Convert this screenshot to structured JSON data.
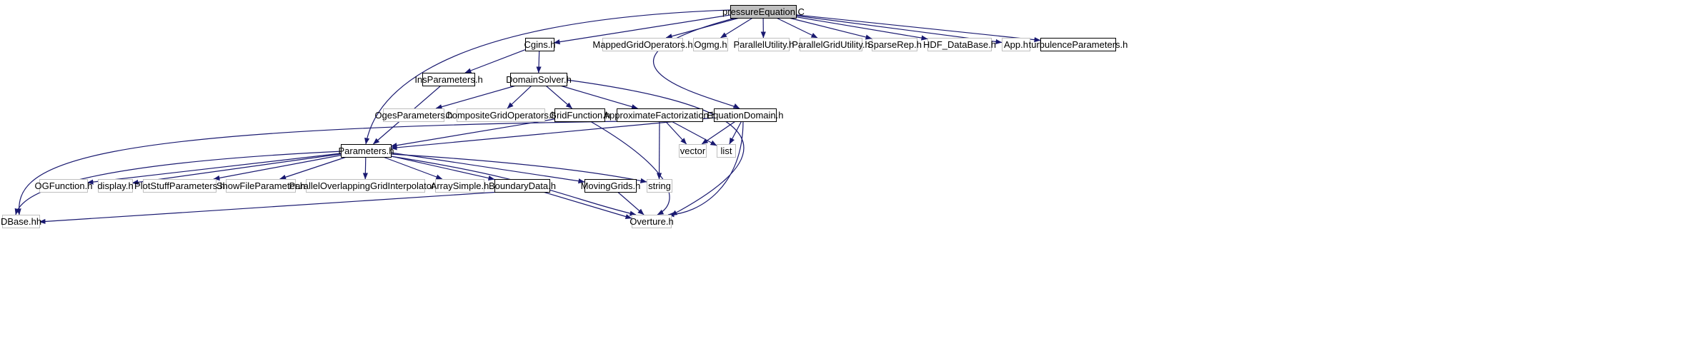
{
  "colors": {
    "edge": "#191970",
    "documented_border": "#000000",
    "undocumented_border": "#bfbfbf",
    "root_fill": "#bfbfbf",
    "node_fill": "#ffffff"
  },
  "nodes": [
    {
      "id": "pressureEquation",
      "label": "pressureEquation.C",
      "kind": "root"
    },
    {
      "id": "Cgins",
      "label": "Cgins.h",
      "kind": "documented"
    },
    {
      "id": "MappedGridOperators",
      "label": "MappedGridOperators.h",
      "kind": "undocumented"
    },
    {
      "id": "Ogmg",
      "label": "Ogmg.h",
      "kind": "undocumented"
    },
    {
      "id": "ParallelUtility",
      "label": "ParallelUtility.h",
      "kind": "undocumented"
    },
    {
      "id": "ParallelGridUtility",
      "label": "ParallelGridUtility.h",
      "kind": "undocumented"
    },
    {
      "id": "SparseRep",
      "label": "SparseRep.h",
      "kind": "undocumented"
    },
    {
      "id": "HDF_DataBase",
      "label": "HDF_DataBase.h",
      "kind": "undocumented"
    },
    {
      "id": "App",
      "label": "App.h",
      "kind": "undocumented"
    },
    {
      "id": "turbulenceParameters",
      "label": "turbulenceParameters.h",
      "kind": "documented"
    },
    {
      "id": "InsParameters",
      "label": "InsParameters.h",
      "kind": "documented"
    },
    {
      "id": "DomainSolver",
      "label": "DomainSolver.h",
      "kind": "documented"
    },
    {
      "id": "OgesParameters",
      "label": "OgesParameters.h",
      "kind": "undocumented"
    },
    {
      "id": "CompositeGridOperators",
      "label": "CompositeGridOperators.h",
      "kind": "undocumented"
    },
    {
      "id": "GridFunction",
      "label": "GridFunction.h",
      "kind": "documented"
    },
    {
      "id": "ApproximateFactorization",
      "label": "ApproximateFactorization.h",
      "kind": "documented"
    },
    {
      "id": "EquationDomain",
      "label": "EquationDomain.h",
      "kind": "documented"
    },
    {
      "id": "Parameters",
      "label": "Parameters.h",
      "kind": "documented"
    },
    {
      "id": "vector",
      "label": "vector",
      "kind": "undocumented"
    },
    {
      "id": "list",
      "label": "list",
      "kind": "undocumented"
    },
    {
      "id": "OGFunction",
      "label": "OGFunction.h",
      "kind": "undocumented"
    },
    {
      "id": "display",
      "label": "display.h",
      "kind": "undocumented"
    },
    {
      "id": "PlotStuffParameters",
      "label": "PlotStuffParameters.h",
      "kind": "undocumented"
    },
    {
      "id": "ShowFileParameter",
      "label": "ShowFileParameter.h",
      "kind": "undocumented"
    },
    {
      "id": "ParallelOverlappingGridInterpolator",
      "label": "ParallelOverlappingGridInterpolator.h",
      "kind": "undocumented"
    },
    {
      "id": "ArraySimple",
      "label": "ArraySimple.h",
      "kind": "undocumented"
    },
    {
      "id": "BoundaryData",
      "label": "BoundaryData.h",
      "kind": "documented"
    },
    {
      "id": "MovingGrids",
      "label": "MovingGrids.h",
      "kind": "documented"
    },
    {
      "id": "string",
      "label": "string",
      "kind": "undocumented"
    },
    {
      "id": "DBase",
      "label": "DBase.hh",
      "kind": "undocumented"
    },
    {
      "id": "Overture",
      "label": "Overture.h",
      "kind": "undocumented"
    }
  ],
  "edges": [
    {
      "from": "pressureEquation",
      "to": "Cgins"
    },
    {
      "from": "pressureEquation",
      "to": "MappedGridOperators"
    },
    {
      "from": "pressureEquation",
      "to": "Ogmg"
    },
    {
      "from": "pressureEquation",
      "to": "ParallelUtility"
    },
    {
      "from": "pressureEquation",
      "to": "ParallelGridUtility"
    },
    {
      "from": "pressureEquation",
      "to": "SparseRep"
    },
    {
      "from": "pressureEquation",
      "to": "HDF_DataBase"
    },
    {
      "from": "pressureEquation",
      "to": "App"
    },
    {
      "from": "pressureEquation",
      "to": "turbulenceParameters"
    },
    {
      "from": "pressureEquation",
      "to": "Parameters"
    },
    {
      "from": "pressureEquation",
      "to": "EquationDomain"
    },
    {
      "from": "Cgins",
      "to": "InsParameters"
    },
    {
      "from": "Cgins",
      "to": "DomainSolver"
    },
    {
      "from": "InsParameters",
      "to": "Parameters"
    },
    {
      "from": "DomainSolver",
      "to": "OgesParameters"
    },
    {
      "from": "DomainSolver",
      "to": "CompositeGridOperators"
    },
    {
      "from": "DomainSolver",
      "to": "GridFunction"
    },
    {
      "from": "DomainSolver",
      "to": "ApproximateFactorization"
    },
    {
      "from": "DomainSolver",
      "to": "Overture"
    },
    {
      "from": "GridFunction",
      "to": "Parameters"
    },
    {
      "from": "GridFunction",
      "to": "Overture"
    },
    {
      "from": "ApproximateFactorization",
      "to": "DBase"
    },
    {
      "from": "ApproximateFactorization",
      "to": "vector"
    },
    {
      "from": "ApproximateFactorization",
      "to": "list"
    },
    {
      "from": "ApproximateFactorization",
      "to": "string"
    },
    {
      "from": "EquationDomain",
      "to": "Parameters"
    },
    {
      "from": "EquationDomain",
      "to": "vector"
    },
    {
      "from": "EquationDomain",
      "to": "list"
    },
    {
      "from": "EquationDomain",
      "to": "Overture"
    },
    {
      "from": "Parameters",
      "to": "OGFunction"
    },
    {
      "from": "Parameters",
      "to": "display"
    },
    {
      "from": "Parameters",
      "to": "PlotStuffParameters"
    },
    {
      "from": "Parameters",
      "to": "ShowFileParameter"
    },
    {
      "from": "Parameters",
      "to": "ParallelOverlappingGridInterpolator"
    },
    {
      "from": "Parameters",
      "to": "ArraySimple"
    },
    {
      "from": "Parameters",
      "to": "BoundaryData"
    },
    {
      "from": "Parameters",
      "to": "MovingGrids"
    },
    {
      "from": "Parameters",
      "to": "string"
    },
    {
      "from": "Parameters",
      "to": "DBase"
    },
    {
      "from": "Parameters",
      "to": "Overture"
    },
    {
      "from": "BoundaryData",
      "to": "DBase"
    },
    {
      "from": "BoundaryData",
      "to": "Overture"
    },
    {
      "from": "MovingGrids",
      "to": "Overture"
    }
  ]
}
